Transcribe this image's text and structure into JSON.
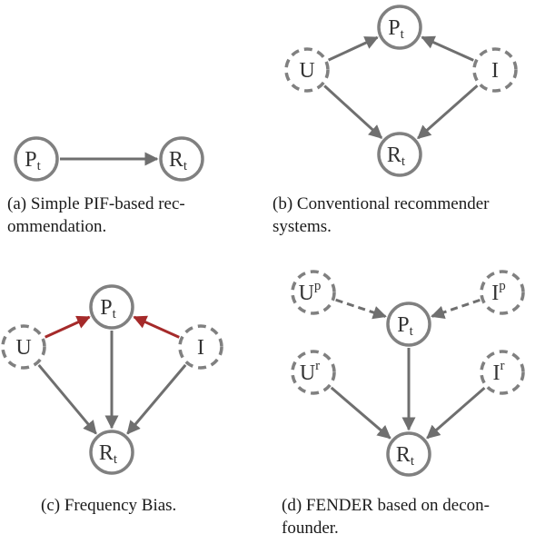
{
  "colors": {
    "node_stroke": "#808080",
    "edge": "#6f6f6f",
    "bias_edge": "#a52a2a",
    "text": "#333333"
  },
  "panels": [
    {
      "id": "a",
      "caption": [
        "(a)  Simple PIF-based  rec-",
        "ommendation."
      ],
      "nodes": [
        {
          "id": "Pt",
          "main": "P",
          "sub": "t",
          "sup": "",
          "dashed": false
        },
        {
          "id": "Rt",
          "main": "R",
          "sub": "t",
          "sup": "",
          "dashed": false
        }
      ],
      "edges": [
        {
          "from": "Pt",
          "to": "Rt",
          "style": "solid",
          "color": "edge"
        }
      ]
    },
    {
      "id": "b",
      "caption": [
        "(b)  Conventional  recommender",
        "systems."
      ],
      "nodes": [
        {
          "id": "Pt",
          "main": "P",
          "sub": "t",
          "sup": "",
          "dashed": false
        },
        {
          "id": "U",
          "main": "U",
          "sub": "",
          "sup": "",
          "dashed": true
        },
        {
          "id": "I",
          "main": "I",
          "sub": "",
          "sup": "",
          "dashed": true
        },
        {
          "id": "Rt",
          "main": "R",
          "sub": "t",
          "sup": "",
          "dashed": false
        }
      ],
      "edges": [
        {
          "from": "U",
          "to": "Pt",
          "style": "solid",
          "color": "edge"
        },
        {
          "from": "I",
          "to": "Pt",
          "style": "solid",
          "color": "edge"
        },
        {
          "from": "U",
          "to": "Rt",
          "style": "solid",
          "color": "edge"
        },
        {
          "from": "I",
          "to": "Rt",
          "style": "solid",
          "color": "edge"
        }
      ]
    },
    {
      "id": "c",
      "caption": [
        "(c) Frequency Bias."
      ],
      "nodes": [
        {
          "id": "Pt",
          "main": "P",
          "sub": "t",
          "sup": "",
          "dashed": false
        },
        {
          "id": "U",
          "main": "U",
          "sub": "",
          "sup": "",
          "dashed": true
        },
        {
          "id": "I",
          "main": "I",
          "sub": "",
          "sup": "",
          "dashed": true
        },
        {
          "id": "Rt",
          "main": "R",
          "sub": "t",
          "sup": "",
          "dashed": false
        }
      ],
      "edges": [
        {
          "from": "U",
          "to": "Pt",
          "style": "solid",
          "color": "bias_edge"
        },
        {
          "from": "I",
          "to": "Pt",
          "style": "solid",
          "color": "bias_edge"
        },
        {
          "from": "Pt",
          "to": "Rt",
          "style": "solid",
          "color": "edge"
        },
        {
          "from": "U",
          "to": "Rt",
          "style": "solid",
          "color": "edge"
        },
        {
          "from": "I",
          "to": "Rt",
          "style": "solid",
          "color": "edge"
        }
      ]
    },
    {
      "id": "d",
      "caption": [
        "(d)  FENDER  based  on  decon-",
        "founder."
      ],
      "nodes": [
        {
          "id": "Up",
          "main": "U",
          "sub": "",
          "sup": "p",
          "dashed": true
        },
        {
          "id": "Ip",
          "main": "I",
          "sub": "",
          "sup": "p",
          "dashed": true
        },
        {
          "id": "Pt",
          "main": "P",
          "sub": "t",
          "sup": "",
          "dashed": false
        },
        {
          "id": "Ur",
          "main": "U",
          "sub": "",
          "sup": "r",
          "dashed": true
        },
        {
          "id": "Ir",
          "main": "I",
          "sub": "",
          "sup": "r",
          "dashed": true
        },
        {
          "id": "Rt",
          "main": "R",
          "sub": "t",
          "sup": "",
          "dashed": false
        }
      ],
      "edges": [
        {
          "from": "Up",
          "to": "Pt",
          "style": "dashed",
          "color": "edge"
        },
        {
          "from": "Ip",
          "to": "Pt",
          "style": "dashed",
          "color": "edge"
        },
        {
          "from": "Pt",
          "to": "Rt",
          "style": "solid",
          "color": "edge"
        },
        {
          "from": "Ur",
          "to": "Rt",
          "style": "solid",
          "color": "edge"
        },
        {
          "from": "Ir",
          "to": "Rt",
          "style": "solid",
          "color": "edge"
        }
      ]
    }
  ]
}
